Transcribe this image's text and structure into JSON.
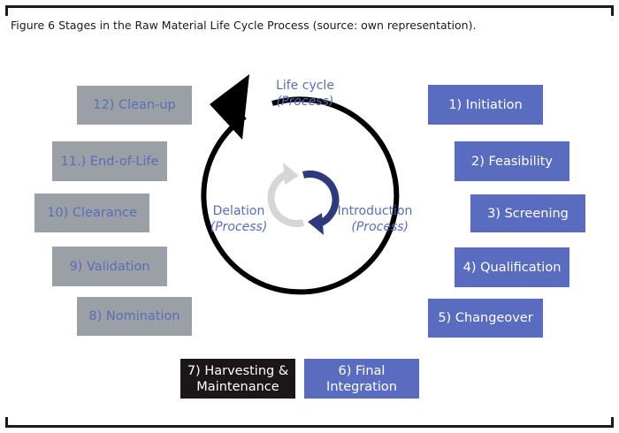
{
  "caption": "Figure 6 Stages in the Raw Material Life Cycle Process (source: own representation).",
  "labels": {
    "life_cycle": {
      "title": "Life cycle",
      "sub": "(Process)"
    },
    "delation": {
      "title": "Delation",
      "sub": "(Process)"
    },
    "introduction": {
      "title": "Introduction",
      "sub": "(Process)"
    }
  },
  "stages": {
    "s1": "1) Initiation",
    "s2": "2) Feasibility",
    "s3": "3) Screening",
    "s4": "4) Qualification",
    "s5": "5) Changeover",
    "s6": "6) Final Integration",
    "s7a": "7) Harvesting &",
    "s7b": "Maintenance",
    "s8": "8) Nomination",
    "s9": "9) Validation",
    "s10": "10) Clearance",
    "s11": "11.) End-of-Life",
    "s12": "12) Clean-up"
  },
  "colors": {
    "blue": "#5a6cc0",
    "grey": "#9aa0a6",
    "black": "#1b1718",
    "navy_arrow": "#2e3a7c",
    "light_arrow": "#d6d6d6"
  }
}
